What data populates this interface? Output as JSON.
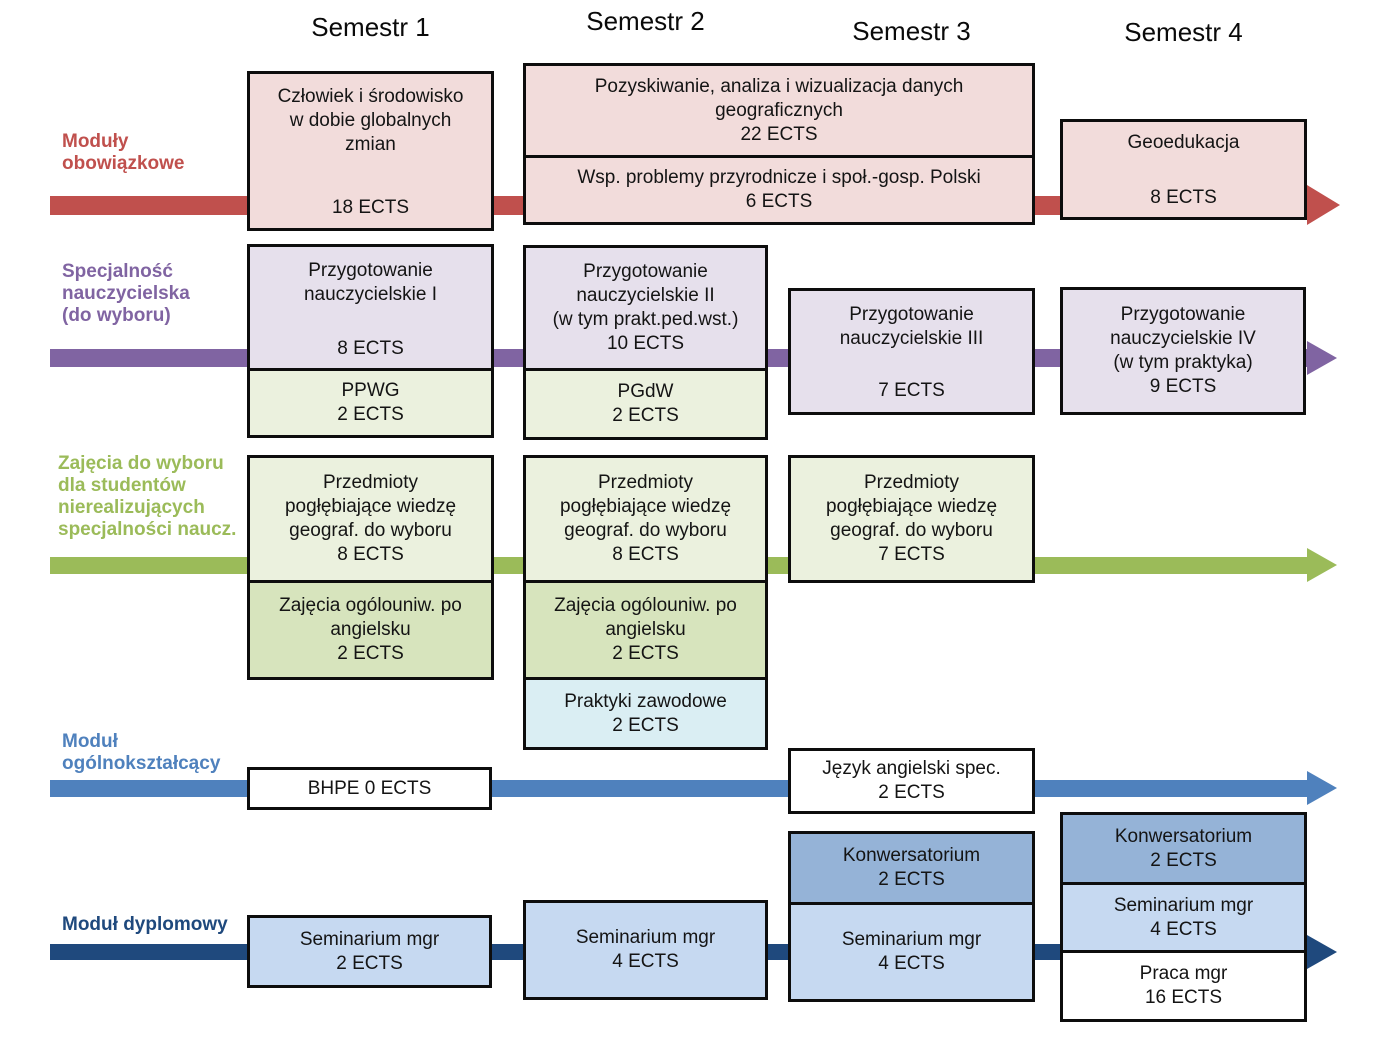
{
  "palette": {
    "mandatory": "#C0504D",
    "teacher": "#8064A2",
    "elective": "#9BBB59",
    "general": "#4F81BD",
    "diploma": "#1F497D",
    "fill_pink": "#F2DCDB",
    "fill_lavender": "#E6E0EC",
    "fill_green_light": "#EBF1DE",
    "fill_green": "#D7E4BD",
    "fill_cyan": "#DAEEF3",
    "fill_blue_mid": "#95B3D7",
    "fill_blue_light": "#C6D9F1",
    "border": "#0D0D0D"
  },
  "semesters": {
    "s1": "Semestr 1",
    "s2": "Semestr 2",
    "s3": "Semestr 3",
    "s4": "Semestr 4"
  },
  "rows": [
    {
      "label": "Moduły\nobowiązkowe",
      "boxes": [
        {
          "sections": [
            {
              "title": "Człowiek i środowisko\nw dobie globalnych\nzmian",
              "ects": "18 ECTS"
            }
          ]
        },
        {
          "sections": [
            {
              "title": "Pozyskiwanie, analiza i wizualizacja danych\ngeograficznych",
              "ects": "22 ECTS"
            },
            {
              "title": "Wsp. problemy przyrodnicze i społ.-gosp. Polski",
              "ects": "6 ECTS"
            }
          ]
        },
        {
          "sections": [
            {
              "title": "Geoedukacja",
              "ects": "8 ECTS"
            }
          ]
        }
      ]
    },
    {
      "label": "Specjalność\nnauczycielska\n(do wyboru)",
      "boxes": [
        {
          "sections": [
            {
              "title": "Przygotowanie\nnauczycielskie I",
              "ects": "8 ECTS"
            },
            {
              "title": "PPWG",
              "ects": "2 ECTS"
            }
          ]
        },
        {
          "sections": [
            {
              "title": "Przygotowanie\nnauczycielskie II\n(w tym prakt.ped.wst.)",
              "ects": "10 ECTS"
            },
            {
              "title": "PGdW",
              "ects": "2 ECTS"
            }
          ]
        },
        {
          "sections": [
            {
              "title": "Przygotowanie\nnauczycielskie III",
              "ects": "7 ECTS"
            }
          ]
        },
        {
          "sections": [
            {
              "title": "Przygotowanie\nnauczycielskie IV\n(w tym praktyka)",
              "ects": "9 ECTS"
            }
          ]
        }
      ]
    },
    {
      "label": "Zajęcia do wyboru\ndla studentów\nnierealizujących\nspecjalności naucz.",
      "boxes": [
        {
          "sections": [
            {
              "title": "Przedmioty\npogłębiające wiedzę\ngeograf. do wyboru",
              "ects": "8 ECTS"
            },
            {
              "title": "Zajęcia ogólouniw. po\nangielsku",
              "ects": "2 ECTS"
            }
          ]
        },
        {
          "sections": [
            {
              "title": "Przedmioty\npogłębiające wiedzę\ngeograf. do wyboru",
              "ects": "8 ECTS"
            },
            {
              "title": "Zajęcia ogólouniw. po\nangielsku",
              "ects": "2 ECTS"
            },
            {
              "title": "Praktyki zawodowe",
              "ects": "2 ECTS"
            }
          ]
        },
        {
          "sections": [
            {
              "title": "Przedmioty\npogłębiające wiedzę\ngeograf. do wyboru",
              "ects": "7 ECTS"
            }
          ]
        }
      ]
    },
    {
      "label": "Moduł\nogólnokształcący",
      "boxes": [
        {
          "sections": [
            {
              "title": "BHPE 0 ECTS"
            }
          ]
        },
        {
          "sections": [
            {
              "title": "Język angielski spec.",
              "ects": "2 ECTS"
            }
          ]
        }
      ]
    },
    {
      "label": "Moduł dyplomowy",
      "boxes": [
        {
          "sections": [
            {
              "title": "Seminarium mgr",
              "ects": "2 ECTS"
            }
          ]
        },
        {
          "sections": [
            {
              "title": "Seminarium mgr",
              "ects": "4 ECTS"
            }
          ]
        },
        {
          "sections": [
            {
              "title": "Konwersatorium",
              "ects": "2 ECTS"
            },
            {
              "title": "Seminarium mgr",
              "ects": "4 ECTS"
            }
          ]
        },
        {
          "sections": [
            {
              "title": "Konwersatorium",
              "ects": "2 ECTS"
            },
            {
              "title": "Seminarium mgr",
              "ects": "4 ECTS"
            },
            {
              "title": "Praca mgr",
              "ects": "16 ECTS"
            }
          ]
        }
      ]
    }
  ]
}
